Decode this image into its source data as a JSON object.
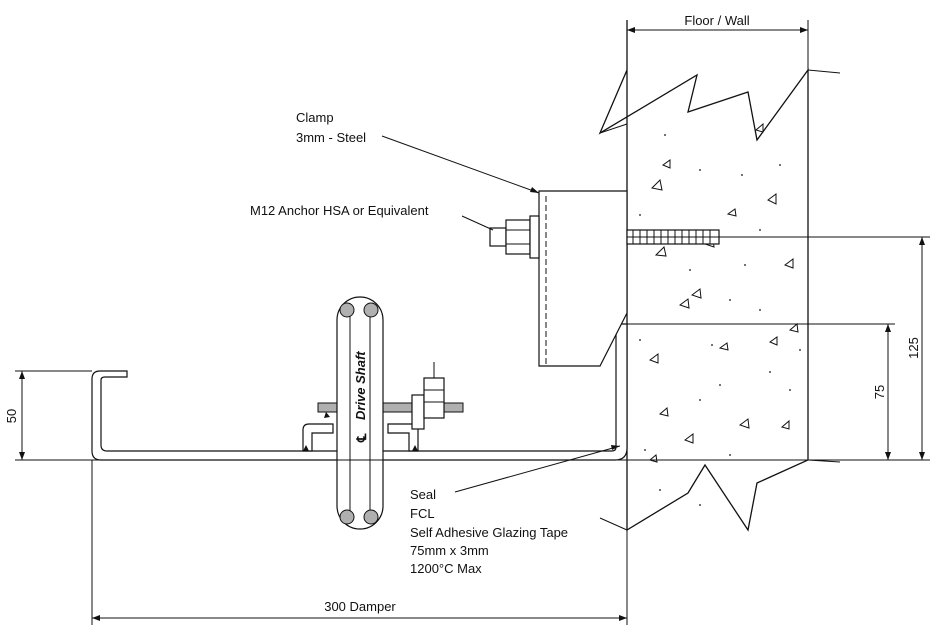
{
  "labels": {
    "floor_wall": "Floor / Wall",
    "clamp_line1": "Clamp",
    "clamp_line2": "3mm - Steel",
    "anchor": "M12 Anchor HSA or Equivalent",
    "seal_line1": "Seal",
    "seal_line2": "FCL",
    "seal_line3": "Self Adhesive Glazing Tape",
    "seal_line4": "75mm x 3mm",
    "seal_line5": "1200°C Max",
    "drive_shaft": "Drive Shaft",
    "centerline_symbol": "℄"
  },
  "dimensions": {
    "damper_width": "300 Damper",
    "flange_height": "50",
    "dim_75": "75",
    "dim_125": "125"
  }
}
